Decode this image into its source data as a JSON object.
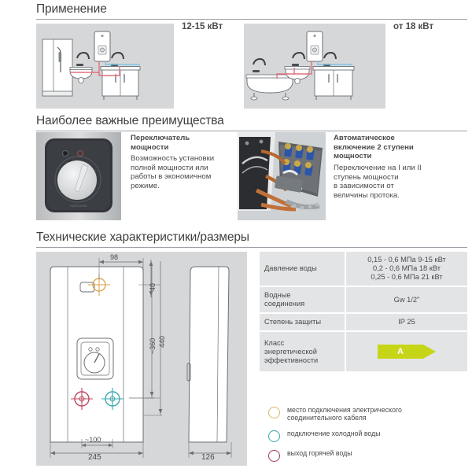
{
  "sections": [
    {
      "title": "Применение"
    },
    {
      "title": "Наиболее важные преимущества"
    },
    {
      "title": "Технические характеристики/размеры"
    }
  ],
  "application": {
    "left_power_label": "12-15 кВт",
    "right_power_label": "от 18 кВт",
    "left_scene_name": "shower-sink-vanity-scene",
    "right_scene_name": "bathtub-sink-vanity-scene"
  },
  "advantages": [
    {
      "title": "Переключатель\nмощности",
      "body": "Возможность установки\nполной мощности или\nработы в экономичном\nрежиме.",
      "photo_name": "power-selector-knob-photo"
    },
    {
      "title": "Автоматическое\nвключение 2 ступени\nмощности",
      "body": "Переключение на I или II\nступень мощности\nв зависимости от\nвеличины протока.",
      "photo_name": "terminal-block-wiring-photo"
    }
  ],
  "spec_table": {
    "rows": [
      {
        "label": "Давление воды",
        "value": "0,15 - 0,6 МПа  9-15 кВт\n0,2 - 0,6 МПа  18 кВт\n0,25 - 0,6 МПа  21 кВт",
        "type": "text"
      },
      {
        "label": "Водные\nсоединения",
        "value": "Gw 1/2\"",
        "type": "text"
      },
      {
        "label": "Степень защиты",
        "value": "IP 25",
        "type": "text"
      },
      {
        "label": "Класс\nэнергетической\nэффективности",
        "value": "A",
        "type": "energy_arrow"
      }
    ]
  },
  "legend": {
    "items": [
      {
        "color": "#d9b86a",
        "text": "место подключения электрического\nсоединительного кабеля"
      },
      {
        "color": "#3aa8ae",
        "text": "подключение холодной воды"
      },
      {
        "color": "#a03a52",
        "text": "выход горячей воды"
      }
    ]
  },
  "dimensions": {
    "front_top_horizontal": "98",
    "front_top_vertical": "40",
    "height_inner": "~360",
    "height_total": "440",
    "mount_spacing": "~100",
    "width": "245",
    "depth": "126"
  },
  "colors": {
    "panel_bg": "#d6d7d8",
    "table_bg": "#e3e4e5",
    "energy_green": "#c7d519",
    "hot_water": "#c0485e",
    "cold_water": "#3aa8ae",
    "electric": "#d9a24a",
    "rule": "#9aa0a6"
  }
}
